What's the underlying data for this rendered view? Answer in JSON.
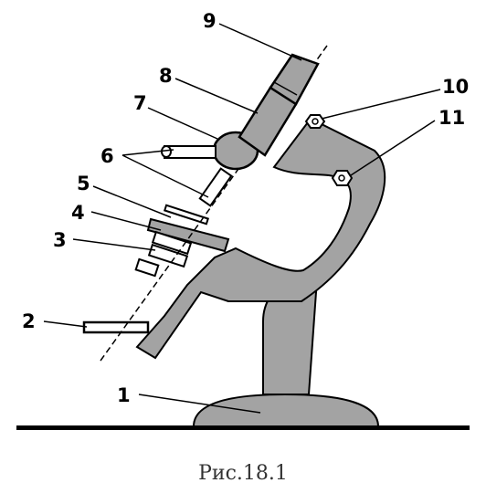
{
  "figure": {
    "caption": "Рис.18.1",
    "labels": [
      "1",
      "2",
      "3",
      "4",
      "5",
      "6",
      "7",
      "8",
      "9",
      "10",
      "11"
    ],
    "colors": {
      "body": "#a3a3a3",
      "outline": "#000000",
      "background": "#ffffff"
    }
  }
}
